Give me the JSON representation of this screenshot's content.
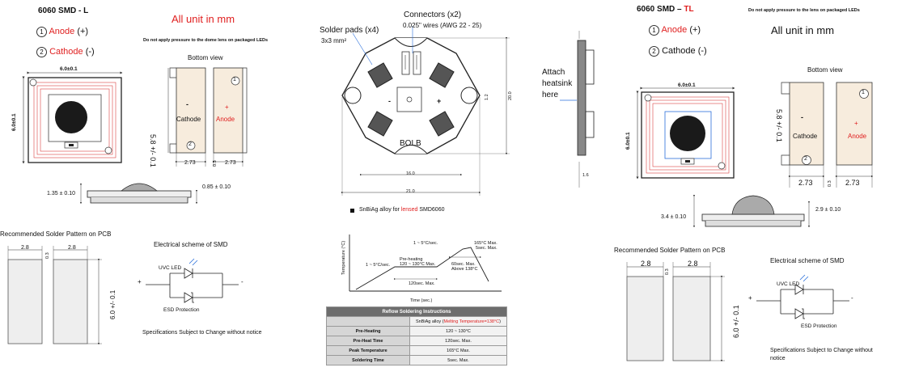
{
  "left": {
    "title": "6060 SMD - L",
    "units": "All unit in mm",
    "pin1_num": "1",
    "pin1_label": "Anode",
    "pin1_sign": "(+)",
    "pin2_num": "2",
    "pin2_label": "Cathode",
    "pin2_sign": "(-)",
    "note": "Do not apply pressure to the dome lens on packaged LEDs",
    "bottom_view": "Bottom view",
    "dim_top": "6.0±0.1",
    "dim_side": "6.0±0.1",
    "pad_height": "5.8 +/- 0.1",
    "cathode_sign": "-",
    "cathode": "Cathode",
    "anode_sign": "+",
    "anode": "Anode",
    "marker1": "1",
    "marker2": "2",
    "dim_pad_w1": "2.73",
    "dim_gap": "0.3",
    "dim_pad_w2": "2.73",
    "height_dome": "1.35 ± 0.10",
    "height_body": "0.85 ± 0.10",
    "solder_title": "Recommended Solder Pattern on PCB",
    "solder_w1": "2.8",
    "solder_gap": "0.3",
    "solder_w2": "2.8",
    "solder_h": "6.0 +/- 0.1",
    "scheme_title": "Electrical scheme of SMD",
    "uvc": "UVC LED",
    "esd": "ESD Protection",
    "plus": "+",
    "minus": "-",
    "spec_note": "Specifications Subject to Change without notice"
  },
  "center": {
    "solder_pads": "Solder pads (x4)",
    "pad_size": "3x3 mm²",
    "connectors": "Connectors (x2)",
    "wires": "0.025\" wires (AWG 22 - 25)",
    "minus": "-",
    "plus": "+",
    "bolb": "BOLB",
    "attach1": "Attach",
    "attach2": "heatsink",
    "attach3": "here",
    "dim_inner": "16.0",
    "dim_outer": "21.0",
    "dim_right": "20.0",
    "dim_side": "1.6",
    "dim_small": "1.2",
    "alloy_prefix": "SnBiAg alloy for",
    "alloy_lensed": "lensed",
    "alloy_suffix": "SMD6060",
    "temp_axis": "Temperature (°C)",
    "time_axis": "Time (sec.)",
    "ramp1": "1 ~ 5°C/sec.",
    "ramp2": "1 ~ 5°C/sec.",
    "preheat1": "Pre-heating",
    "preheat2": "120 ~ 130°C Max.",
    "max1": "165°C Max.",
    "max2": "5sec. Max.",
    "above1": "60sec. Max.",
    "above2": "Above 138°C",
    "pre120": "120sec. Max.",
    "table": {
      "header": "Reflow Soldering Instructions",
      "alloy_prefix": "SnBiAg alloy (",
      "alloy_red": "Melting Temperature=138°C",
      "alloy_suffix": ")",
      "rows": [
        {
          "label": "Pre-Heating",
          "value": "120 ~ 130°C"
        },
        {
          "label": "Pre-Heat Time",
          "value": "120sec. Max."
        },
        {
          "label": "Peak Temperature",
          "value": "165°C Max."
        },
        {
          "label": "Soldering Time",
          "value": "5sec. Max."
        }
      ]
    }
  },
  "right": {
    "title_prefix": "6060 SMD –",
    "title_red": "TL",
    "units": "All unit in mm",
    "note": "Do not apply pressure to the lens on packaged LEDs",
    "pin1_num": "1",
    "pin1_label": "Anode",
    "pin1_sign": "(+)",
    "pin2_num": "2",
    "pin2_label": "Cathode",
    "pin2_sign": "(-)",
    "bottom_view": "Bottom view",
    "dim_top": "6.0±0.1",
    "dim_side": "6.0±0.1",
    "pad_height": "5.8 +/- 0.1",
    "cathode_sign": "-",
    "cathode": "Cathode",
    "anode_sign": "+",
    "anode": "Anode",
    "marker1": "1",
    "marker2": "2",
    "dim_pad_w1": "2.73",
    "dim_gap": "0.3",
    "dim_pad_w2": "2.73",
    "height_dome": "3.4 ± 0.10",
    "height_body": "2.9 ± 0.10",
    "solder_title": "Recommended Solder Pattern on PCB",
    "solder_w1": "2.8",
    "solder_gap": "0.3",
    "solder_w2": "2.8",
    "solder_h": "6.0 +/- 0.1",
    "scheme_title": "Electrical scheme of SMD",
    "uvc": "UVC LED",
    "esd": "ESD Protection",
    "plus": "+",
    "minus": "-",
    "spec_note1": "Specifications Subject to Change without",
    "spec_note2": "notice"
  }
}
